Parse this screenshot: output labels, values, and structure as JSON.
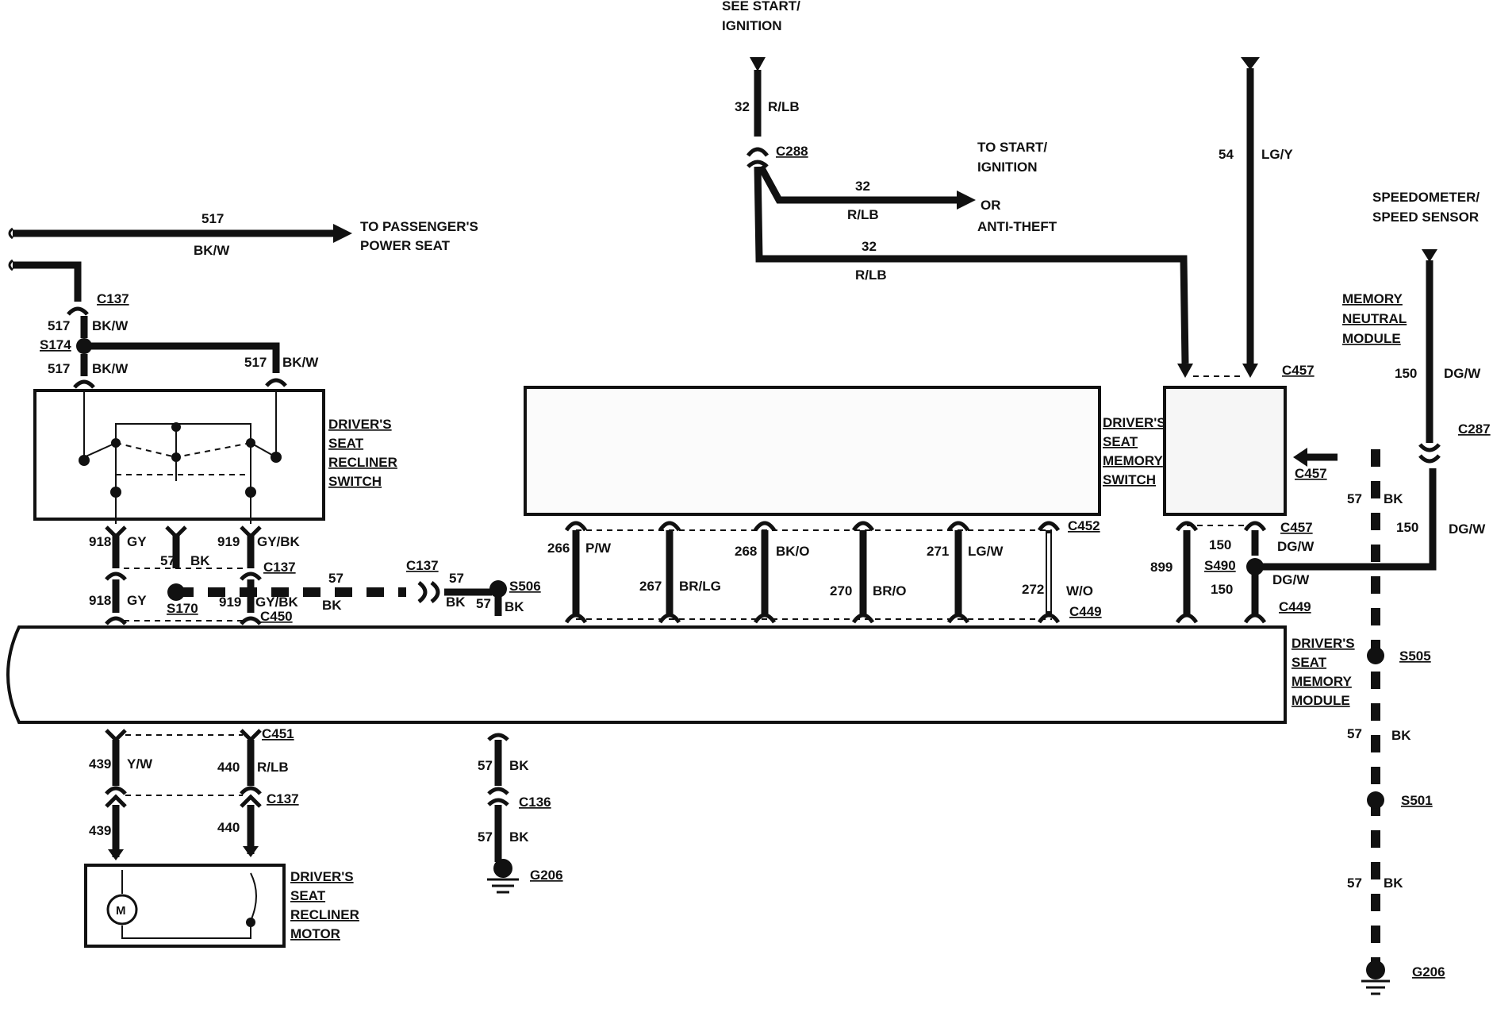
{
  "labels": {
    "see_start_ignition_1": "SEE START/",
    "see_start_ignition_2": "IGNITION",
    "to_start_ignition_1": "TO START/",
    "to_start_ignition_2": "IGNITION",
    "or": "OR",
    "anti_theft": "ANTI-THEFT",
    "to_pass_1": "TO PASSENGER'S",
    "to_pass_2": "POWER SEAT",
    "speedo_1": "SPEEDOMETER/",
    "speedo_2": "SPEED SENSOR",
    "mnm_1": "MEMORY",
    "mnm_2": "NEUTRAL",
    "mnm_3": "MODULE",
    "recliner_switch": [
      "DRIVER'S",
      "SEAT",
      "RECLINER",
      "SWITCH"
    ],
    "memory_switch": [
      "DRIVER'S",
      "SEAT",
      "MEMORY",
      "SWITCH"
    ],
    "memory_module": [
      "DRIVER'S",
      "SEAT",
      "MEMORY",
      "MODULE"
    ],
    "recliner_motor": [
      "DRIVER'S",
      "SEAT",
      "RECLINER",
      "MOTOR"
    ],
    "motor_symbol": "M"
  },
  "connectors": {
    "c288": "C288",
    "c137": "C137",
    "c450": "C450",
    "c451": "C451",
    "c452": "C452",
    "c449": "C449",
    "c457": "C457",
    "c287": "C287",
    "c136": "C136"
  },
  "splices": {
    "s174": "S174",
    "s170": "S170",
    "s506": "S506",
    "s490": "S490",
    "s505": "S505",
    "s501": "S501"
  },
  "grounds": {
    "g206": "G206"
  },
  "circuits": {
    "c32": "32",
    "rlb": "R/LB",
    "c54": "54",
    "lgy": "LG/Y",
    "c517": "517",
    "bkw": "BK/W",
    "c918": "918",
    "gy": "GY",
    "c919": "919",
    "gybk": "GY/BK",
    "c57": "57",
    "bk": "BK",
    "c266": "266",
    "pw": "P/W",
    "c267": "267",
    "brlg": "BR/LG",
    "c268": "268",
    "bko": "BK/O",
    "c270": "270",
    "bro": "BR/O",
    "c271": "271",
    "lgw": "LG/W",
    "c272": "272",
    "wo": "W/O",
    "c899": "899",
    "c150": "150",
    "dgw": "DG/W",
    "c439": "439",
    "yw": "Y/W",
    "c440": "440"
  }
}
